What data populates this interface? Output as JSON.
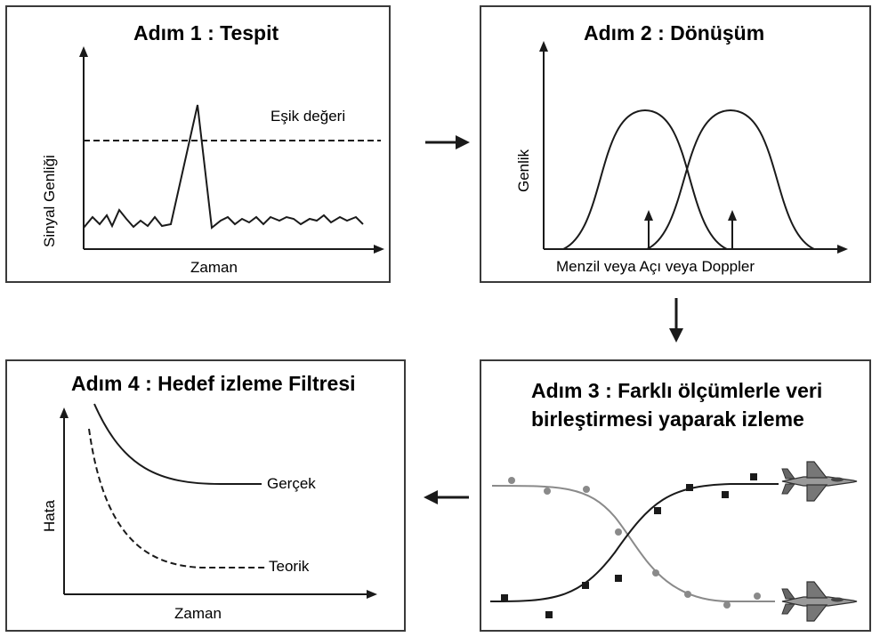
{
  "steps": {
    "step1": {
      "title": "Adım 1 : Tespit",
      "y_label": "Sinyal Genliği",
      "x_label": "Zaman",
      "threshold_label": "Eşik değeri"
    },
    "step2": {
      "title": "Adım 2 : Dönüşüm",
      "y_label": "Genlik",
      "x_label": "Menzil veya Açı veya Doppler"
    },
    "step3": {
      "title_line1": "Adım 3 :  Farklı ölçümlerle veri",
      "title_line2": "birleştirmesi yaparak izleme"
    },
    "step4": {
      "title": "Adım 4 : Hedef izleme Filtresi",
      "y_label": "Hata",
      "x_label": "Zaman",
      "curve_real_label": "Gerçek",
      "curve_theory_label": "Teorik"
    }
  },
  "colors": {
    "stroke": "#1a1a1a",
    "grey_track": "#8a8a8a",
    "panel_border": "#3a3a3a"
  },
  "icons": [
    "right-arrow-icon",
    "down-arrow-icon",
    "left-arrow-icon",
    "fighter-jet-icon"
  ]
}
